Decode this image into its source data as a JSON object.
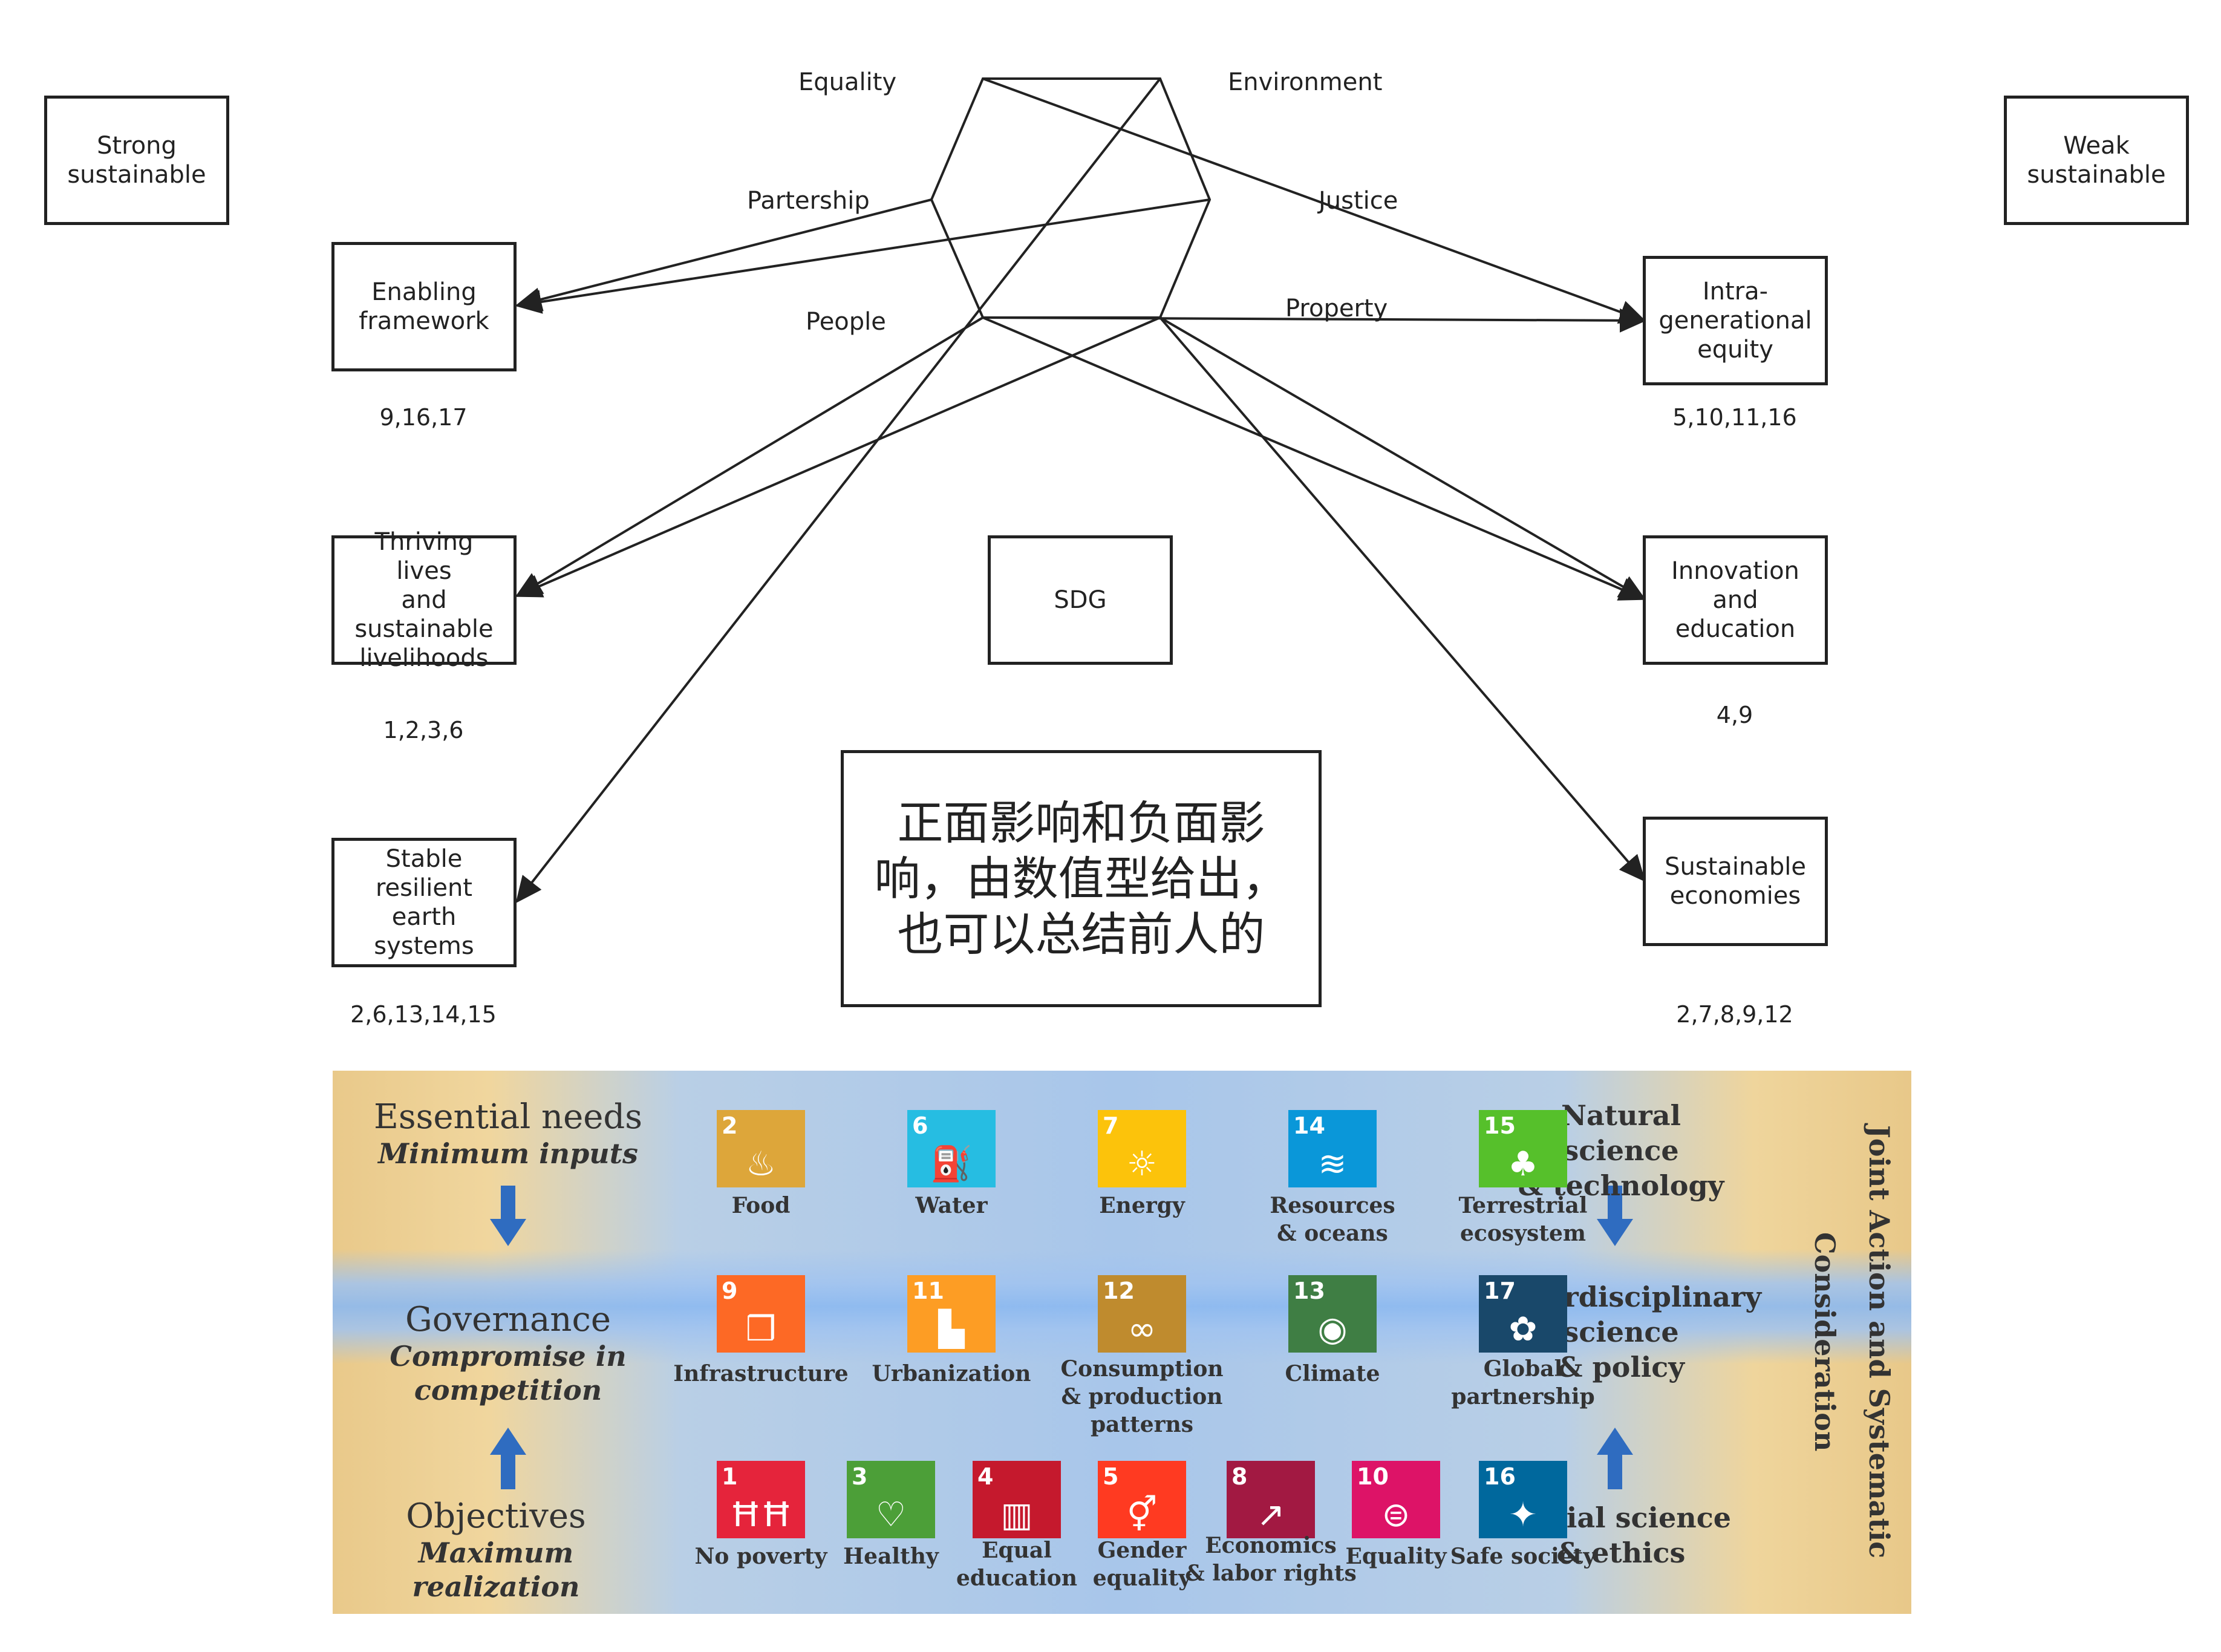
{
  "title_boxes": {
    "strong": "Strong\nsustainable",
    "weak": "Weak\nsustainable",
    "sdg": "SDG"
  },
  "hexagon_labels": {
    "equality": "Equality",
    "environment": "Environment",
    "partership": "Partership",
    "justice": "Justice",
    "people": "People",
    "property": "Property"
  },
  "left_boxes": [
    {
      "label": "Enabling\nframework",
      "codes": "9,16,17"
    },
    {
      "label": "Thriving\nlives\nand\nsustainable\nlivelihoods",
      "codes": "1,2,3,6"
    },
    {
      "label": "Stable\nresilient\nearth\nsystems",
      "codes": "2,6,13,14,15"
    }
  ],
  "right_boxes": [
    {
      "label": "Intra-\ngenerational\nequity",
      "codes": "5,10,11,16"
    },
    {
      "label": "Innovation\nand\neducation",
      "codes": "4,9"
    },
    {
      "label": "Sustainable\neconomies",
      "codes": "2,7,8,9,12"
    }
  ],
  "note": "正面影响和负面影响，由数值型给出，也可以总结前人的",
  "panel": {
    "rows": [
      {
        "title": "Essential needs",
        "subtitle": "Minimum inputs"
      },
      {
        "title": "Governance",
        "subtitle": "Compromise in competition"
      },
      {
        "title": "Objectives",
        "subtitle": "Maximum  realization"
      }
    ],
    "science": [
      "Natural science\n& technology",
      "Interdisciplinary\nscience\n& policy",
      "Social science\n& ethics"
    ],
    "vertical_label": "Joint Action and Systematic Consideration",
    "row1_tiles": [
      {
        "num": "2",
        "color": "#dda63a",
        "icon": "bowl-icon",
        "glyph": "♨",
        "caption": "Food"
      },
      {
        "num": "6",
        "color": "#26bde2",
        "icon": "water-icon",
        "glyph": "⛽",
        "caption": "Water"
      },
      {
        "num": "7",
        "color": "#fcc30b",
        "icon": "sun-icon",
        "glyph": "☼",
        "caption": "Energy"
      },
      {
        "num": "14",
        "color": "#0a97d9",
        "icon": "fish-icon",
        "glyph": "≋",
        "caption": "Resources\n& oceans"
      },
      {
        "num": "15",
        "color": "#56c02b",
        "icon": "tree-icon",
        "glyph": "♣",
        "caption": "Terrestrial\necosystem"
      }
    ],
    "row2_tiles": [
      {
        "num": "9",
        "color": "#fd6925",
        "icon": "cubes-icon",
        "glyph": "❒",
        "caption": "Infrastructure"
      },
      {
        "num": "11",
        "color": "#fd9d24",
        "icon": "city-icon",
        "glyph": "▙",
        "caption": "Urbanization"
      },
      {
        "num": "12",
        "color": "#bf8b2e",
        "icon": "infinity-icon",
        "glyph": "∞",
        "caption": "Consumption\n& production patterns"
      },
      {
        "num": "13",
        "color": "#3f7e44",
        "icon": "eye-icon",
        "glyph": "◉",
        "caption": "Climate"
      },
      {
        "num": "17",
        "color": "#19486a",
        "icon": "flower-icon",
        "glyph": "✿",
        "caption": "Global\npartnership"
      }
    ],
    "row3_tiles": [
      {
        "num": "1",
        "color": "#e5243b",
        "icon": "family-icon",
        "glyph": "ĦĦ",
        "caption": "No poverty"
      },
      {
        "num": "3",
        "color": "#4c9f38",
        "icon": "heartbeat-icon",
        "glyph": "♡",
        "caption": "Healthy"
      },
      {
        "num": "4",
        "color": "#c5192d",
        "icon": "book-icon",
        "glyph": "▥",
        "caption": "Equal\neducation"
      },
      {
        "num": "5",
        "color": "#ff3a21",
        "icon": "gender-icon",
        "glyph": "⚥",
        "caption": "Gender\nequality"
      },
      {
        "num": "8",
        "color": "#a21942",
        "icon": "growth-icon",
        "glyph": "↗",
        "caption": "Economics\n& labor rights"
      },
      {
        "num": "10",
        "color": "#dd1367",
        "icon": "equal-icon",
        "glyph": "⊜",
        "caption": "Equality"
      },
      {
        "num": "16",
        "color": "#00689d",
        "icon": "dove-icon",
        "glyph": "✦",
        "caption": "Safe society"
      }
    ]
  }
}
